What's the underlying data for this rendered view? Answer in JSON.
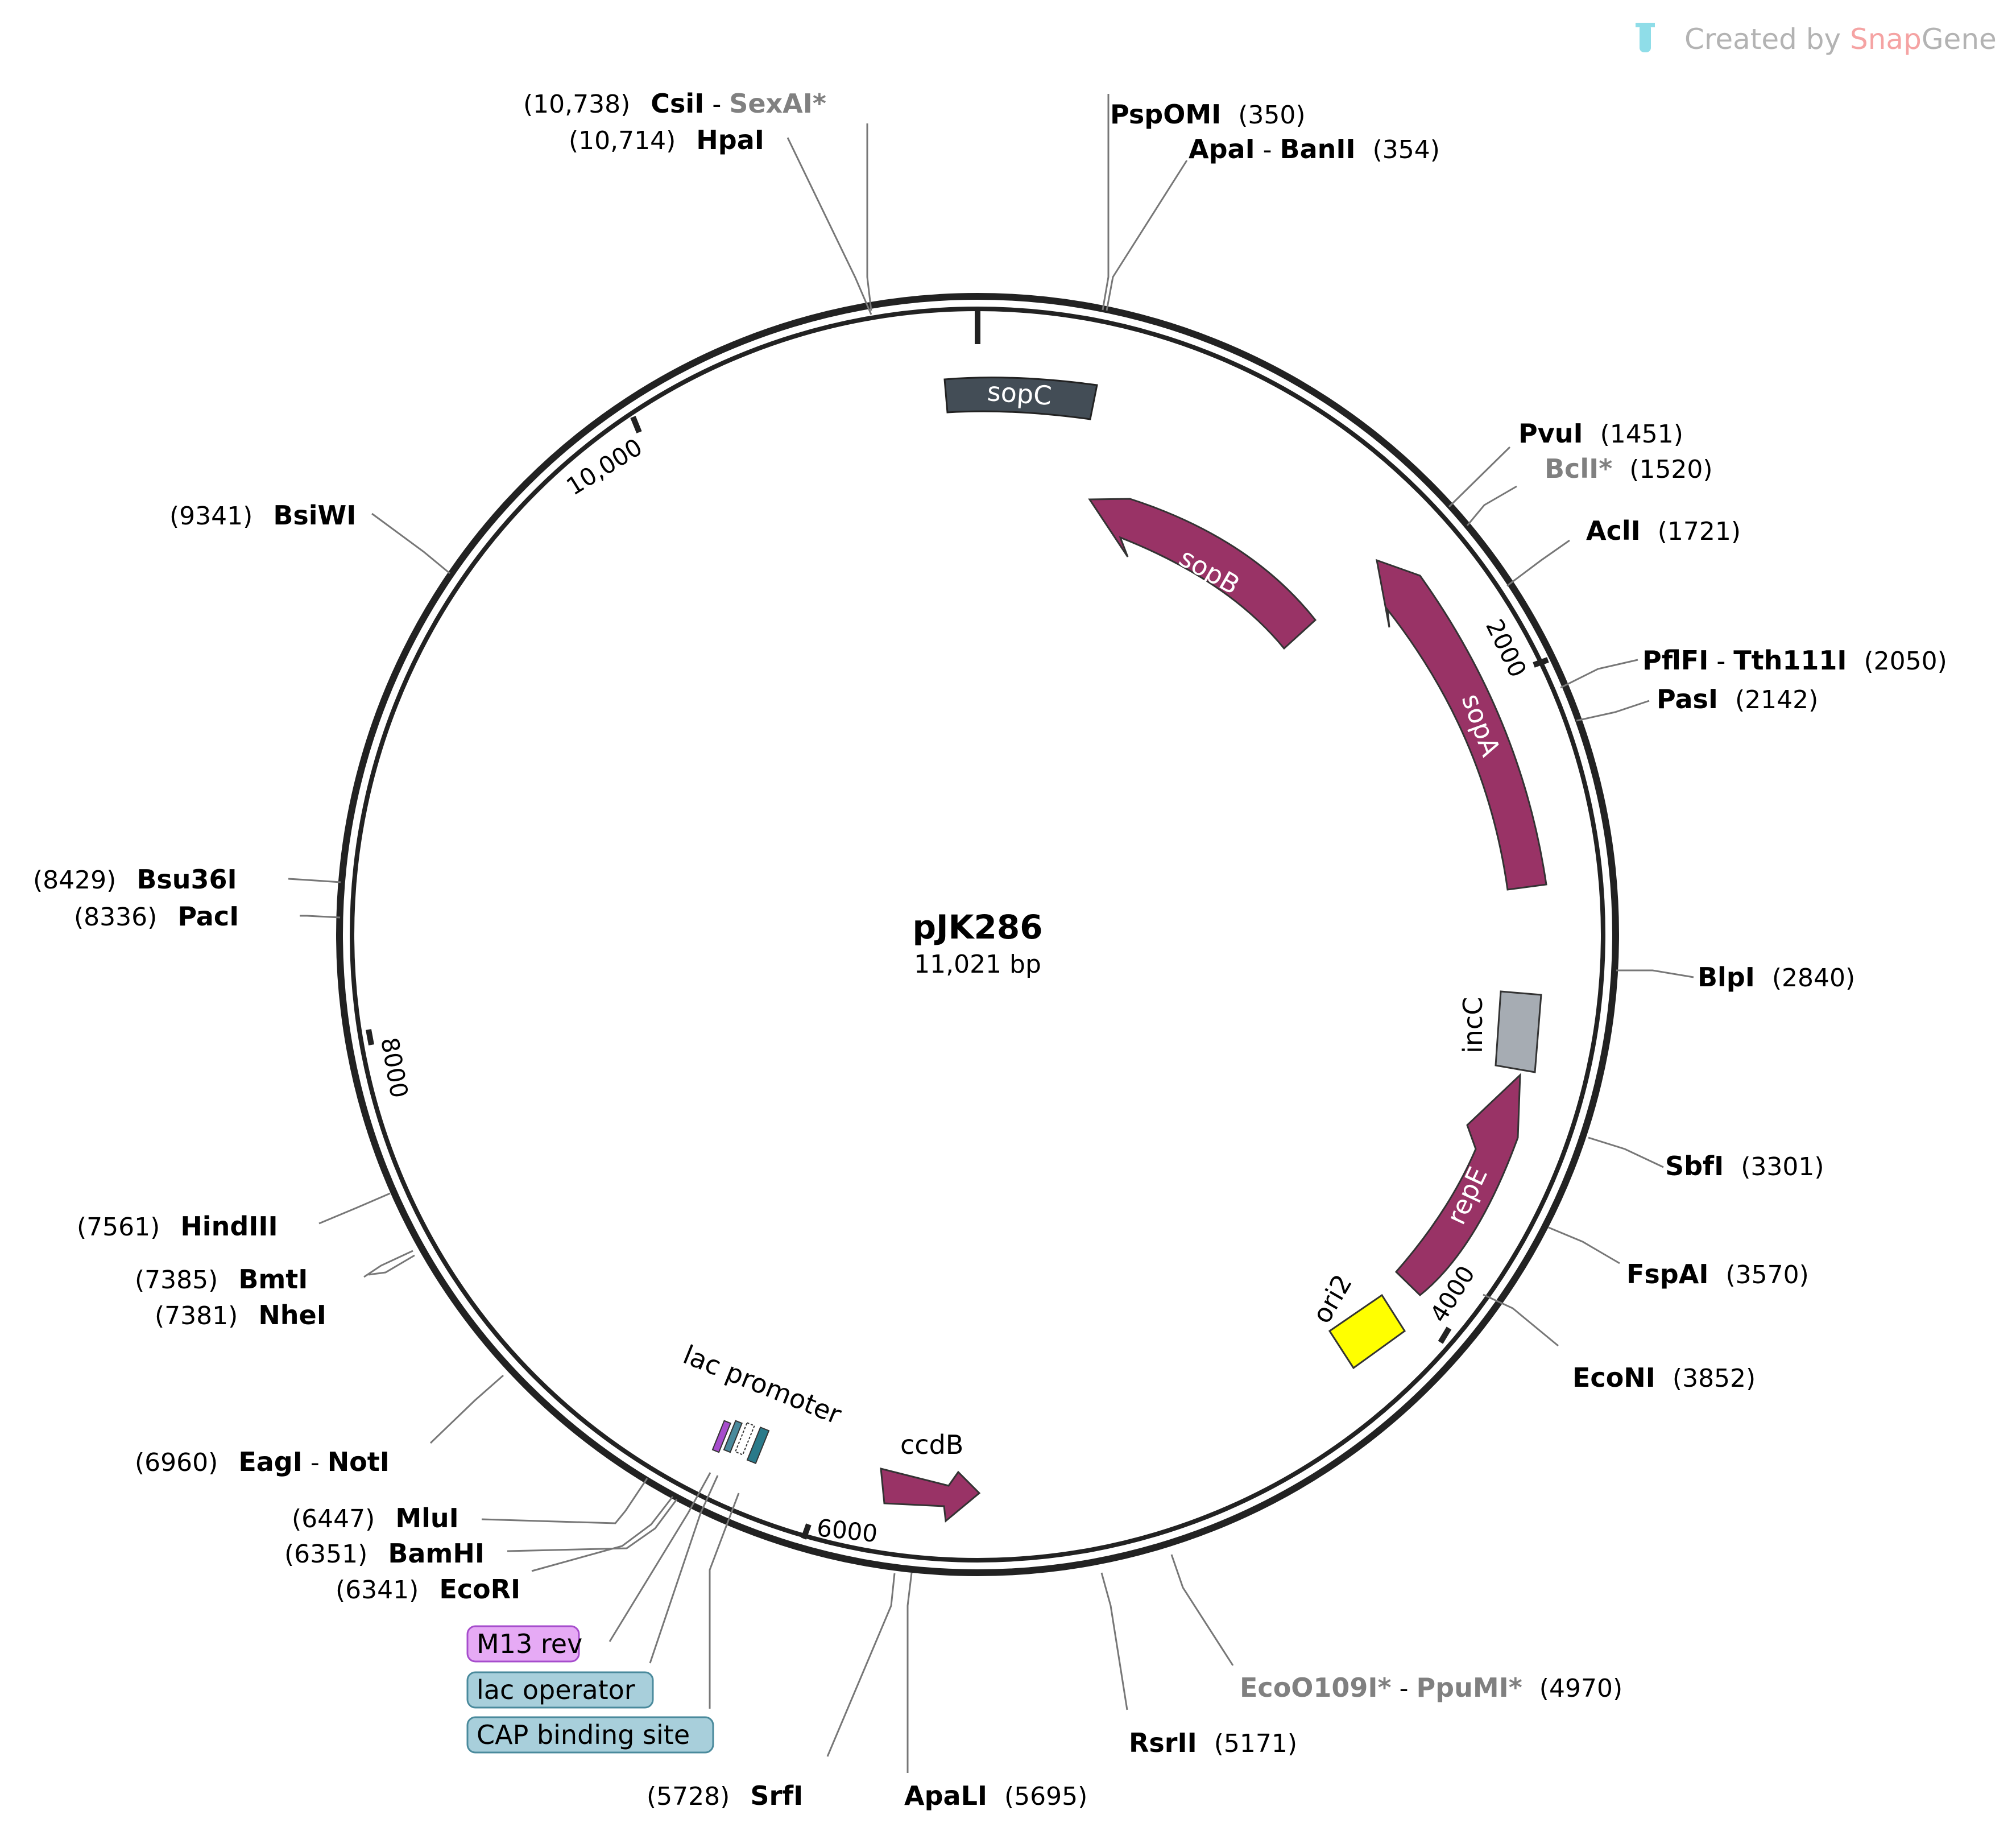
{
  "credit": {
    "prefix": "Created by ",
    "brand1": "Snap",
    "brand2": "Gene"
  },
  "plasmid": {
    "name": "pJK286",
    "length_label": "11,021 bp"
  },
  "ticks": [
    {
      "label": "2000"
    },
    {
      "label": "4000"
    },
    {
      "label": "6000"
    },
    {
      "label": "8000"
    },
    {
      "label": "10,000"
    }
  ],
  "features": [
    {
      "name": "sopC",
      "color": "#434d56"
    },
    {
      "name": "sopB",
      "color": "#993366"
    },
    {
      "name": "sopA",
      "color": "#993366"
    },
    {
      "name": "incC",
      "color": "#a6acb3"
    },
    {
      "name": "repE",
      "color": "#993366"
    },
    {
      "name": "ori2",
      "color": "#ffff00"
    },
    {
      "name": "ccdB",
      "color": "#993366"
    },
    {
      "name": "lac promoter",
      "color": "#ffffff"
    }
  ],
  "sites": [
    {
      "pos": "(10,738)",
      "name": "CsiI",
      "sep": " - ",
      "name2": "SexAI*"
    },
    {
      "pos": "(10,714)",
      "name": "HpaI"
    },
    {
      "pos": "(350)",
      "name": "PspOMI"
    },
    {
      "pos": "(354)",
      "name": "ApaI",
      "sep": " - ",
      "name2": "BanII"
    },
    {
      "pos": "(1451)",
      "name": "PvuI"
    },
    {
      "pos": "(1520)",
      "name": "BclI*"
    },
    {
      "pos": "(1721)",
      "name": "AclI"
    },
    {
      "pos": "(2050)",
      "name": "PflFI",
      "sep": " - ",
      "name2": "Tth111I"
    },
    {
      "pos": "(2142)",
      "name": "PasI"
    },
    {
      "pos": "(2840)",
      "name": "BlpI"
    },
    {
      "pos": "(3301)",
      "name": "SbfI"
    },
    {
      "pos": "(3570)",
      "name": "FspAI"
    },
    {
      "pos": "(3852)",
      "name": "EcoNI"
    },
    {
      "pos": "(4970)",
      "name": "EcoO109I*",
      "sep": " - ",
      "name2": "PpuMI*"
    },
    {
      "pos": "(5171)",
      "name": "RsrII"
    },
    {
      "pos": "(5695)",
      "name": "ApaLI"
    },
    {
      "pos": "(5728)",
      "name": "SrfI"
    },
    {
      "pos": "(6341)",
      "name": "EcoRI"
    },
    {
      "pos": "(6351)",
      "name": "BamHI"
    },
    {
      "pos": "(6447)",
      "name": "MluI"
    },
    {
      "pos": "(6960)",
      "name": "EagI",
      "sep": " - ",
      "name2": "NotI"
    },
    {
      "pos": "(7381)",
      "name": "NheI"
    },
    {
      "pos": "(7385)",
      "name": "BmtI"
    },
    {
      "pos": "(7561)",
      "name": "HindIII"
    },
    {
      "pos": "(8336)",
      "name": "PacI"
    },
    {
      "pos": "(8429)",
      "name": "Bsu36I"
    },
    {
      "pos": "(9341)",
      "name": "BsiWI"
    }
  ],
  "small_features": [
    {
      "name": "M13 rev",
      "color": "#e6aaf5",
      "border": "#a64dcc"
    },
    {
      "name": "lac operator",
      "color": "#a8cfdb",
      "border": "#4a8a9c"
    },
    {
      "name": "CAP binding site",
      "color": "#a8cfdb",
      "border": "#4a8a9c"
    }
  ]
}
